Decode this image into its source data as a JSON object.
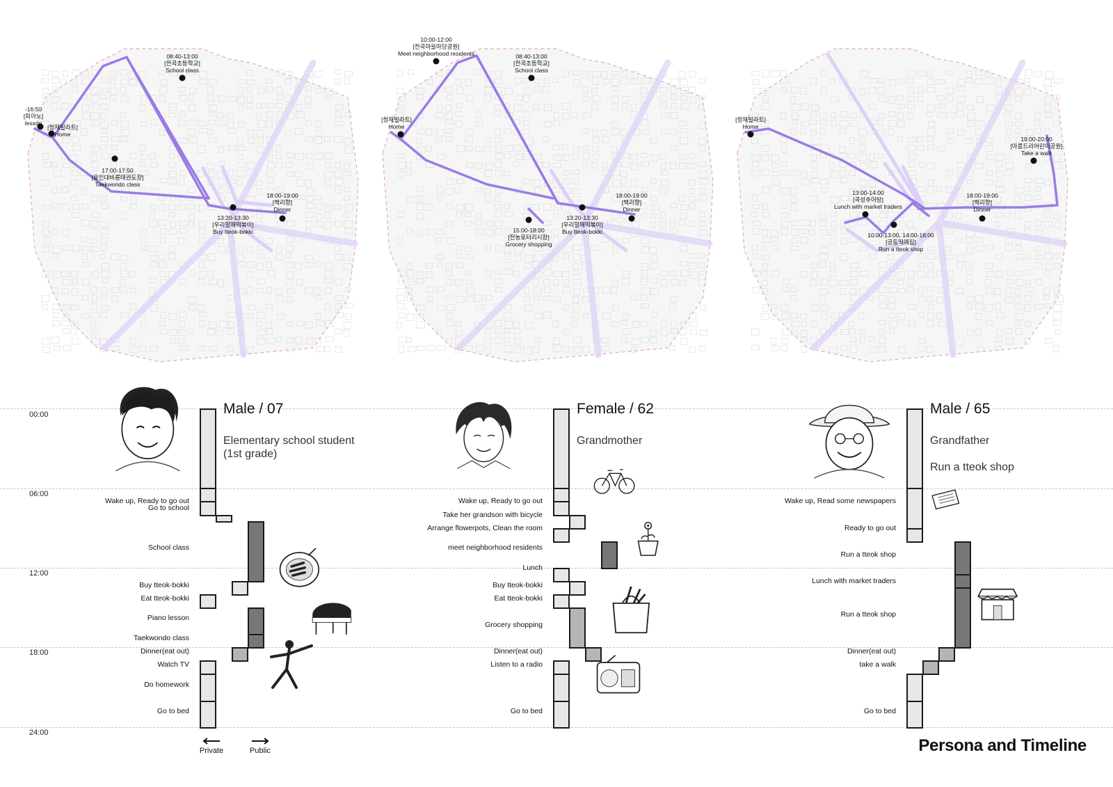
{
  "time_labels": [
    "00:00",
    "06:00",
    "12:00",
    "18:00",
    "24:00"
  ],
  "legend": {
    "private": "Private",
    "public": "Public"
  },
  "page_title": "Persona and Timeline",
  "colors": {
    "route": "#9b7be6",
    "route_faint": "#ddd0f6",
    "district_line": "#e8a8b8",
    "block_private": "#e7e7e7",
    "block_mid": "#b5b5b5",
    "block_public": "#777777",
    "text": "#111111"
  },
  "maps": [
    {
      "markers": [
        {
          "lines": [
            "-16:50",
            "[피아노]",
            "lesson"
          ]
        },
        {
          "lines": [
            "[청재빌라트]",
            "Home"
          ]
        },
        {
          "lines": [
            "08:40-13:00",
            "[전곡초등학교]",
            "School class"
          ]
        },
        {
          "lines": [
            "17:00-17:50",
            "[용인대비룡태권도장]",
            "Taekwondo class"
          ]
        },
        {
          "lines": [
            "13:20-13:30",
            "[우리할매떡볶이]",
            "Buy tteok-bokki"
          ]
        },
        {
          "lines": [
            "18:00-19:00",
            "[백리향]",
            "Dinner"
          ]
        }
      ]
    },
    {
      "markers": [
        {
          "lines": [
            "10:00-12:00",
            "[전곡마을마당공원]",
            "Meet neighborhood residents"
          ]
        },
        {
          "lines": [
            "08:40-13:00",
            "[전곡초등학교]",
            "School class"
          ]
        },
        {
          "lines": [
            "[청재빌라트]",
            "Home"
          ]
        },
        {
          "lines": [
            "15:00-18:00",
            "[전농로터리시장]",
            "Grocery shopping"
          ]
        },
        {
          "lines": [
            "13:20-13:30",
            "[우리할매떡볶이]",
            "Buy tteok-bokki"
          ]
        },
        {
          "lines": [
            "18:00-19:00",
            "[백리향]",
            "Dinner"
          ]
        }
      ]
    },
    {
      "markers": [
        {
          "lines": [
            "[청재빌라트]",
            "Home"
          ]
        },
        {
          "lines": [
            "19:00-20:00",
            "[아름드리어린이공원]",
            "Take a walk"
          ]
        },
        {
          "lines": [
            "13:00-14:00",
            "[곡성추어탕]",
            "Lunch with market traders"
          ]
        },
        {
          "lines": [
            "18:00-19:00",
            "[백리향]",
            "Dinner"
          ]
        },
        {
          "lines": [
            "10:00-13:00, 14:00-18:00",
            "[공동떡메집]",
            "Run a tteok shop"
          ]
        }
      ]
    }
  ],
  "personas": [
    {
      "gender_age": "Male / 07",
      "roles": [
        "Elementary school student",
        "(1st grade)"
      ],
      "role2": "",
      "face": "boy-face",
      "activities": [
        {
          "label": "Wake up, Ready to go out",
          "time": 7.0,
          "place": "private"
        },
        {
          "label": "Go to school",
          "time": 7.5,
          "place": "transit"
        },
        {
          "label": "School class",
          "time": 10.5,
          "place": "public"
        },
        {
          "label": "Buy tteok-bokki",
          "time": 13.3,
          "place": "transit"
        },
        {
          "label": "Eat tteok-bokki",
          "time": 14.3,
          "place": "private"
        },
        {
          "label": "Piano lesson",
          "time": 15.8,
          "place": "public"
        },
        {
          "label": "Taekwondo class",
          "time": 17.3,
          "place": "public"
        },
        {
          "label": "Dinner(eat out)",
          "time": 18.3,
          "place": "transit"
        },
        {
          "label": "Watch TV",
          "time": 19.3,
          "place": "private"
        },
        {
          "label": "Do homework",
          "time": 20.8,
          "place": "private"
        },
        {
          "label": "Go to bed",
          "time": 22.8,
          "place": "private"
        }
      ],
      "blocks": [
        {
          "lane": 0,
          "start": 0,
          "end": 6,
          "tone": "private"
        },
        {
          "lane": 0,
          "start": 6,
          "end": 7,
          "tone": "private"
        },
        {
          "lane": 0,
          "start": 7,
          "end": 8,
          "tone": "private"
        },
        {
          "lane": 1,
          "start": 8,
          "end": 8.5,
          "tone": "private"
        },
        {
          "lane": 3,
          "start": 8.5,
          "end": 13,
          "tone": "public"
        },
        {
          "lane": 2,
          "start": 13,
          "end": 14,
          "tone": "private"
        },
        {
          "lane": 0,
          "start": 14,
          "end": 15,
          "tone": "private"
        },
        {
          "lane": 3,
          "start": 15,
          "end": 17,
          "tone": "public"
        },
        {
          "lane": 3,
          "start": 17,
          "end": 18,
          "tone": "public"
        },
        {
          "lane": 2,
          "start": 18,
          "end": 19,
          "tone": "mid"
        },
        {
          "lane": 0,
          "start": 19,
          "end": 20,
          "tone": "private"
        },
        {
          "lane": 0,
          "start": 20,
          "end": 22,
          "tone": "private"
        },
        {
          "lane": 0,
          "start": 22,
          "end": 24,
          "tone": "private"
        }
      ],
      "sketches": [
        "tteokbokki-plate-icon",
        "grand-piano-icon",
        "taekwondo-kick-icon"
      ]
    },
    {
      "gender_age": "Female / 62",
      "roles": [
        "Grandmother"
      ],
      "role2": "",
      "face": "grandmother-face",
      "activities": [
        {
          "label": "Wake up, Ready to go out",
          "time": 7.0
        },
        {
          "label": "Take her grandson with bicycle",
          "time": 8.0
        },
        {
          "label": "Arrange flowerpots, Clean the room",
          "time": 9.0
        },
        {
          "label": "meet neighborhood residents",
          "time": 10.5
        },
        {
          "label": "Lunch",
          "time": 12.0
        },
        {
          "label": "Buy tteok-bokki",
          "time": 13.3
        },
        {
          "label": "Eat tteok-bokki",
          "time": 14.3
        },
        {
          "label": "Grocery shopping",
          "time": 16.3
        },
        {
          "label": "Dinner(eat out)",
          "time": 18.3
        },
        {
          "label": "Listen to a radio",
          "time": 19.3
        },
        {
          "label": "Go to bed",
          "time": 22.8
        }
      ],
      "blocks": [
        {
          "lane": 0,
          "start": 0,
          "end": 6,
          "tone": "private"
        },
        {
          "lane": 0,
          "start": 6,
          "end": 7,
          "tone": "private"
        },
        {
          "lane": 0,
          "start": 7,
          "end": 8,
          "tone": "private"
        },
        {
          "lane": 1,
          "start": 8,
          "end": 9,
          "tone": "private"
        },
        {
          "lane": 0,
          "start": 9,
          "end": 10,
          "tone": "private"
        },
        {
          "lane": 3,
          "start": 10,
          "end": 12,
          "tone": "public"
        },
        {
          "lane": 0,
          "start": 12,
          "end": 13,
          "tone": "private"
        },
        {
          "lane": 1,
          "start": 13,
          "end": 14,
          "tone": "private"
        },
        {
          "lane": 0,
          "start": 14,
          "end": 15,
          "tone": "private"
        },
        {
          "lane": 1,
          "start": 15,
          "end": 18,
          "tone": "mid"
        },
        {
          "lane": 2,
          "start": 18,
          "end": 19,
          "tone": "mid"
        },
        {
          "lane": 0,
          "start": 19,
          "end": 20,
          "tone": "private"
        },
        {
          "lane": 0,
          "start": 20,
          "end": 22,
          "tone": "private"
        },
        {
          "lane": 0,
          "start": 22,
          "end": 24,
          "tone": "private"
        }
      ],
      "sketches": [
        "bicycle-icon",
        "flowerpot-icon",
        "grocery-bag-icon",
        "radio-icon"
      ]
    },
    {
      "gender_age": "Male / 65",
      "roles": [
        "Grandfather"
      ],
      "role2": "Run a tteok shop",
      "face": "grandfather-face",
      "activities": [
        {
          "label": "Wake up, Read some newspapers",
          "time": 7.0
        },
        {
          "label": "Ready to go out",
          "time": 9.0
        },
        {
          "label": "Run a tteok shop",
          "time": 11.0
        },
        {
          "label": "Lunch with market traders",
          "time": 13.0
        },
        {
          "label": "Run a tteok shop",
          "time": 15.5
        },
        {
          "label": "Dinner(eat out)",
          "time": 18.3
        },
        {
          "label": "take a walk",
          "time": 19.3
        },
        {
          "label": "Go to bed",
          "time": 22.8
        }
      ],
      "blocks": [
        {
          "lane": 0,
          "start": 0,
          "end": 6,
          "tone": "private"
        },
        {
          "lane": 0,
          "start": 6,
          "end": 9,
          "tone": "private"
        },
        {
          "lane": 0,
          "start": 9,
          "end": 10,
          "tone": "private"
        },
        {
          "lane": 3,
          "start": 10,
          "end": 12.5,
          "tone": "public"
        },
        {
          "lane": 3,
          "start": 12.5,
          "end": 13.5,
          "tone": "public"
        },
        {
          "lane": 3,
          "start": 13.5,
          "end": 18,
          "tone": "public"
        },
        {
          "lane": 2,
          "start": 18,
          "end": 19,
          "tone": "mid"
        },
        {
          "lane": 1,
          "start": 19,
          "end": 20,
          "tone": "mid"
        },
        {
          "lane": 0,
          "start": 20,
          "end": 22,
          "tone": "private"
        },
        {
          "lane": 0,
          "start": 22,
          "end": 24,
          "tone": "private"
        }
      ],
      "sketches": [
        "newspaper-icon",
        "tteok-shop-icon"
      ]
    }
  ]
}
